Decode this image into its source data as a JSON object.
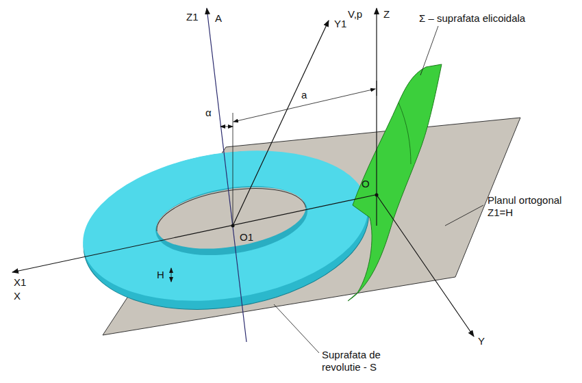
{
  "diagram": {
    "labels": [
      "Z1",
      "A",
      "V,p",
      "Z",
      "Y1",
      "Σ – suprafata elicoidala",
      "α",
      "a",
      "H",
      "O1",
      "X1",
      "X",
      "O",
      "Planul ortogonal Z1=H",
      "Y",
      "Suprafata de revolutie - S"
    ]
  }
}
